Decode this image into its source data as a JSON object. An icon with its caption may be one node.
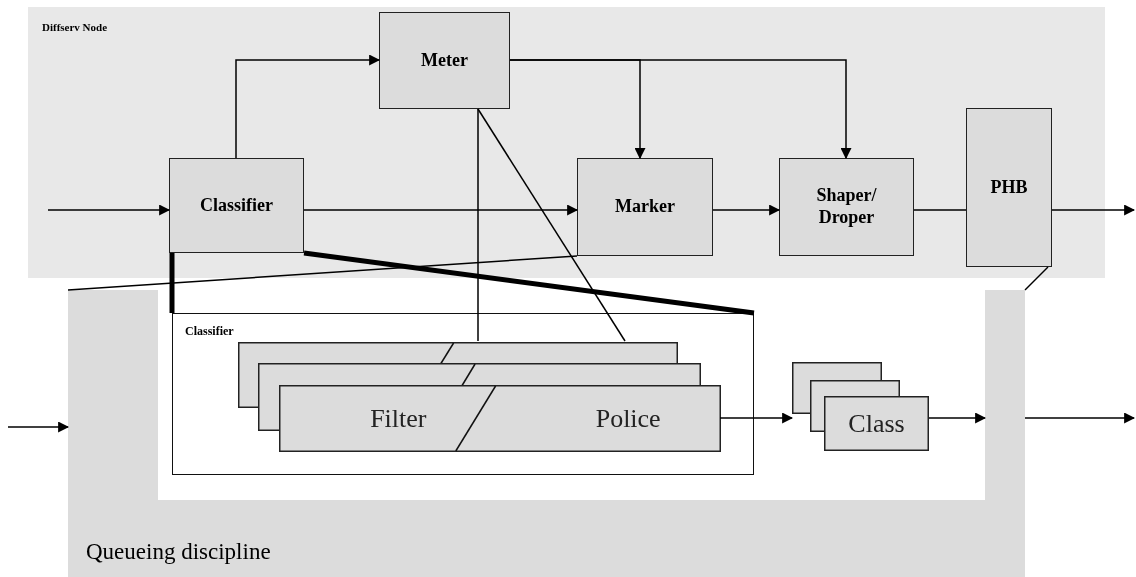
{
  "diagram": {
    "nodes": [
      {
        "text": [
          "Diffserv Node"
        ]
      },
      {
        "text": [
          "Meter"
        ],
        "in": 0
      },
      {
        "text": [
          "Classifier"
        ],
        "in": 0
      },
      {
        "text": [
          "Marker"
        ],
        "in": 0
      },
      {
        "text": [
          "Shaper/ Droper"
        ],
        "in": 0
      },
      {
        "text": [
          "PHB"
        ],
        "in": 0
      },
      {
        "text": [
          "Queueing discipline"
        ]
      },
      {
        "text": [
          "Classifier"
        ],
        "in": 6
      },
      {
        "text": [
          "Filter",
          "Police"
        ],
        "in": 7
      },
      {
        "text": [
          "Class"
        ],
        "in": 6
      }
    ],
    "edges": [
      {
        "from": null,
        "to": 2,
        "arrow": "to"
      },
      {
        "from": 2,
        "to": 1,
        "arrow": "to"
      },
      {
        "from": 2,
        "to": 3,
        "arrow": "to"
      },
      {
        "from": 1,
        "to": 3,
        "arrow": "to"
      },
      {
        "from": 1,
        "to": 4,
        "arrow": "to"
      },
      {
        "from": 3,
        "to": 4,
        "arrow": "to"
      },
      {
        "from": 4,
        "to": 5,
        "arrow": "none"
      },
      {
        "from": 5,
        "to": null,
        "arrow": "to"
      },
      {
        "from": 2,
        "to": 7,
        "arrow": "none",
        "style": "thick"
      },
      {
        "from": 2,
        "to": 7,
        "arrow": "none",
        "style": "thick"
      },
      {
        "from": 1,
        "to": 8,
        "arrow": "none"
      },
      {
        "from": 1,
        "to": 8,
        "arrow": "none"
      },
      {
        "from": 3,
        "to": 6,
        "arrow": "none"
      },
      {
        "from": 8,
        "to": 9,
        "arrow": "to"
      },
      {
        "from": 9,
        "to": 6,
        "arrow": "to"
      },
      {
        "from": null,
        "to": 6,
        "arrow": "to"
      },
      {
        "from": 6,
        "to": null,
        "arrow": "to"
      },
      {
        "from": 5,
        "to": 6,
        "arrow": "none"
      }
    ]
  }
}
